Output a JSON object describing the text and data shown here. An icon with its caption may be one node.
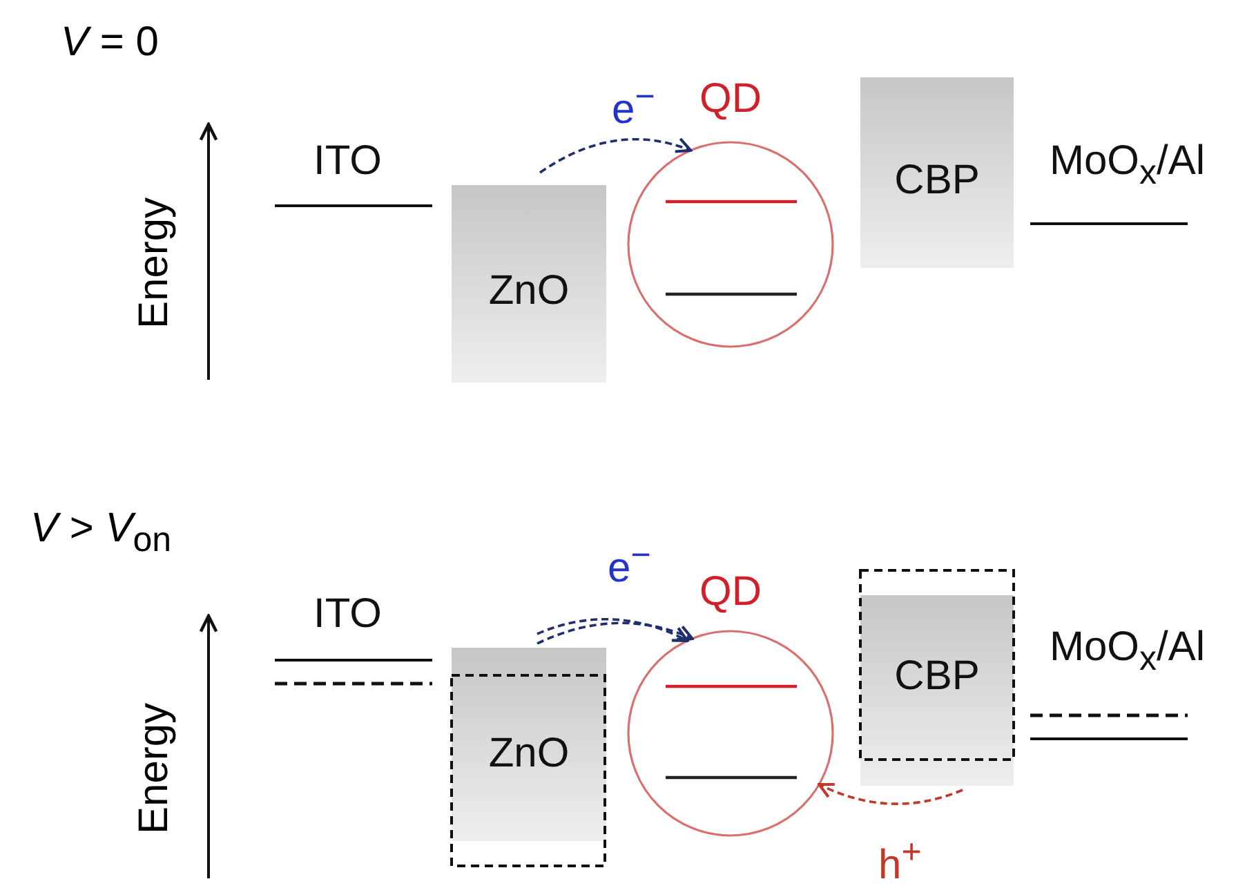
{
  "diagram": {
    "nodes": [
      {
        "text": [
          "ITO"
        ]
      },
      {
        "text": [
          "ZnO"
        ]
      },
      {
        "text": [
          "QD"
        ]
      },
      {
        "text": [
          "CBP"
        ]
      },
      {
        "text": [
          "MoO$_{x}$/Al"
        ]
      },
      {
        "text": [
          "ITO"
        ]
      },
      {
        "text": [
          "ZnO"
        ]
      },
      {
        "text": [
          "QD"
        ]
      },
      {
        "text": [
          "CBP"
        ]
      },
      {
        "text": [
          "MoO$_{x}$/Al"
        ]
      }
    ],
    "edges": [
      {
        "from": 1,
        "to": 2,
        "arrow": "to",
        "style": "dashed",
        "label": "e$^{−}$"
      },
      {
        "from": 6,
        "to": 7,
        "arrow": "to",
        "style": "dashed",
        "label": "e$^{−}$"
      },
      {
        "from": 6,
        "to": 7,
        "arrow": "to",
        "style": "dashed"
      },
      {
        "from": 8,
        "to": 7,
        "arrow": "to",
        "style": "dashed",
        "label": "h$^{+}$",
        "color": "#c0392b"
      }
    ],
    "labels": [
      "*V* = 0",
      "Energy",
      "*V* > *V*$_{on}$",
      "Energy"
    ]
  }
}
